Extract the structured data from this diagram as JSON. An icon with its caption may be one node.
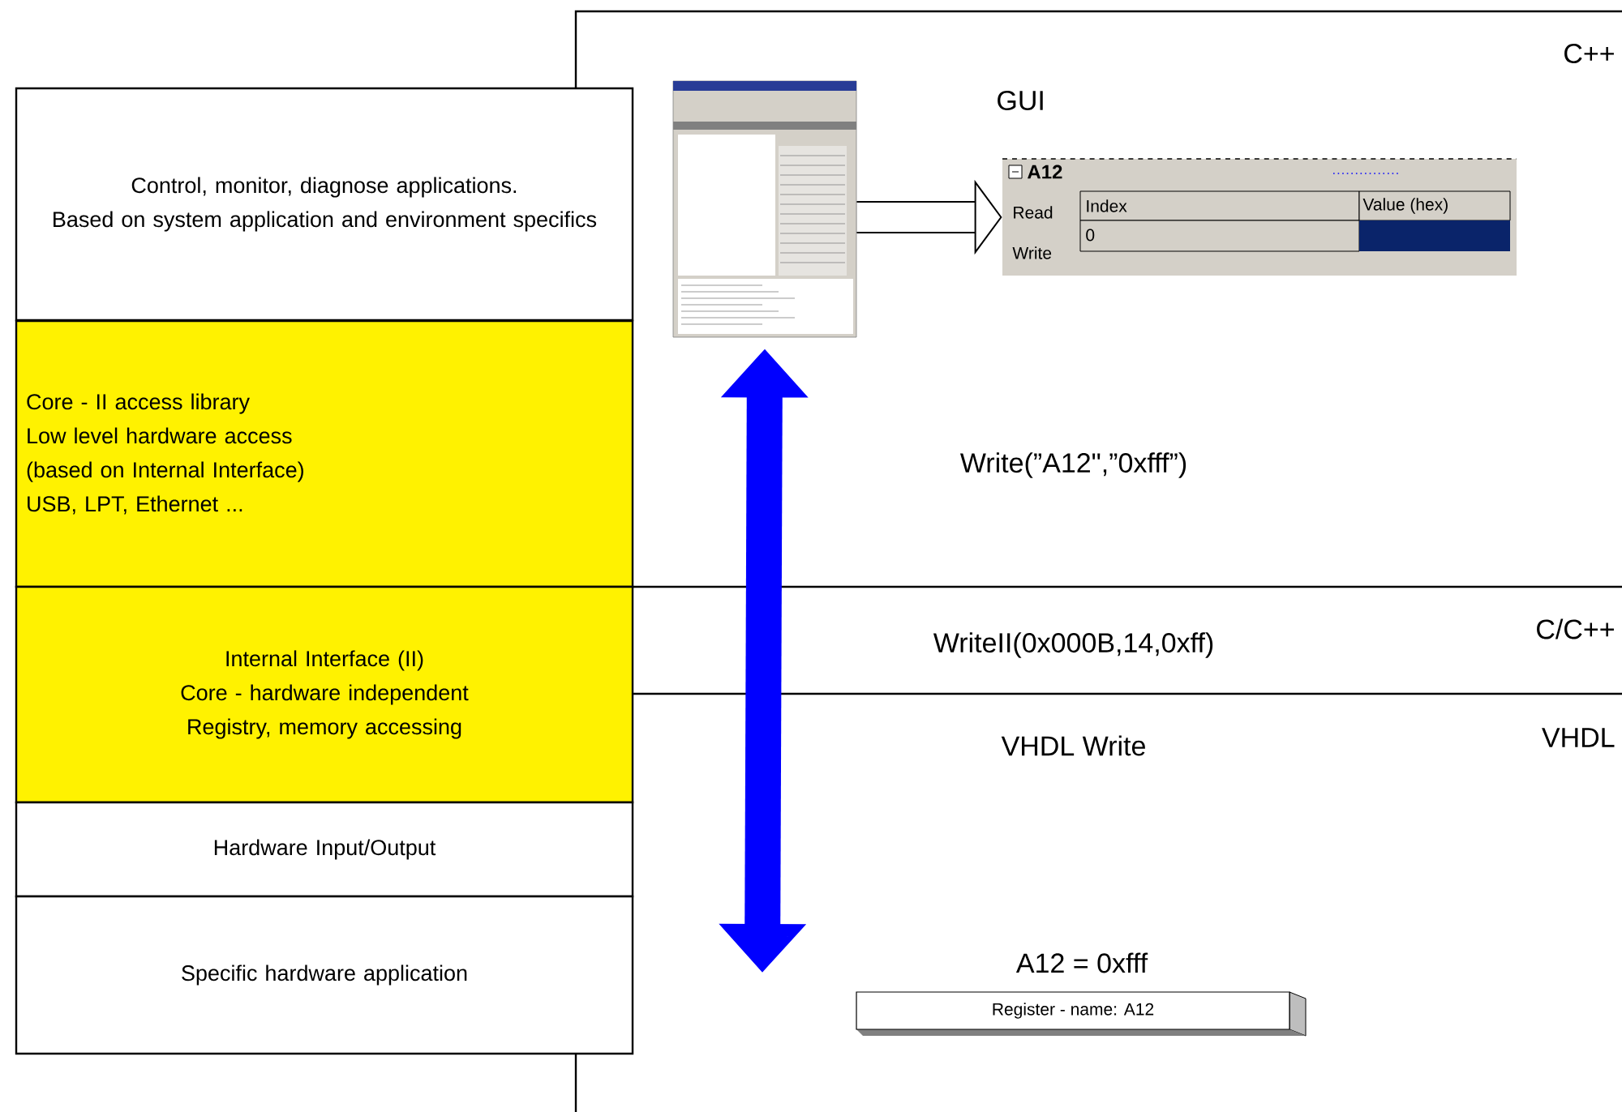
{
  "diagram": {
    "nodes": [
      {
        "text": [
          "Control, monitor, diagnose applications.",
          "Based on system application and environment  specifics"
        ]
      },
      {
        "text": [
          "Core - II access library",
          "Low level hardware access",
          "(based on Internal Interface)",
          "USB, LPT, Ethernet ..."
        ]
      },
      {
        "text": [
          "Internal Interface (II)",
          "Core - hardware independent",
          "Registry, memory accessing"
        ]
      },
      {
        "text": [
          "Hardware Input/Output"
        ]
      },
      {
        "text": [
          "Specific hardware application"
        ]
      },
      {
        "text": [],
        "shape": "picture"
      },
      {
        "text": [
          "A12",
          "Read",
          "Write",
          "Index",
          "Value (hex)",
          "0"
        ]
      },
      {
        "text": [
          "Register - name: A12"
        ],
        "beside": [
          "A12 = 0xfff"
        ]
      }
    ],
    "edges": [
      {
        "from": 5,
        "to": 6,
        "arrow": "to"
      },
      {
        "from": 5,
        "to": null,
        "arrow": "both",
        "color": "#0000ff"
      }
    ],
    "labels": [
      "GUI",
      "C++",
      "Write(”A12\",”0xfff”)",
      "C/C++",
      "WriteII(0x000B,14,0xff)",
      "VHDL Write",
      "VHDL"
    ]
  }
}
